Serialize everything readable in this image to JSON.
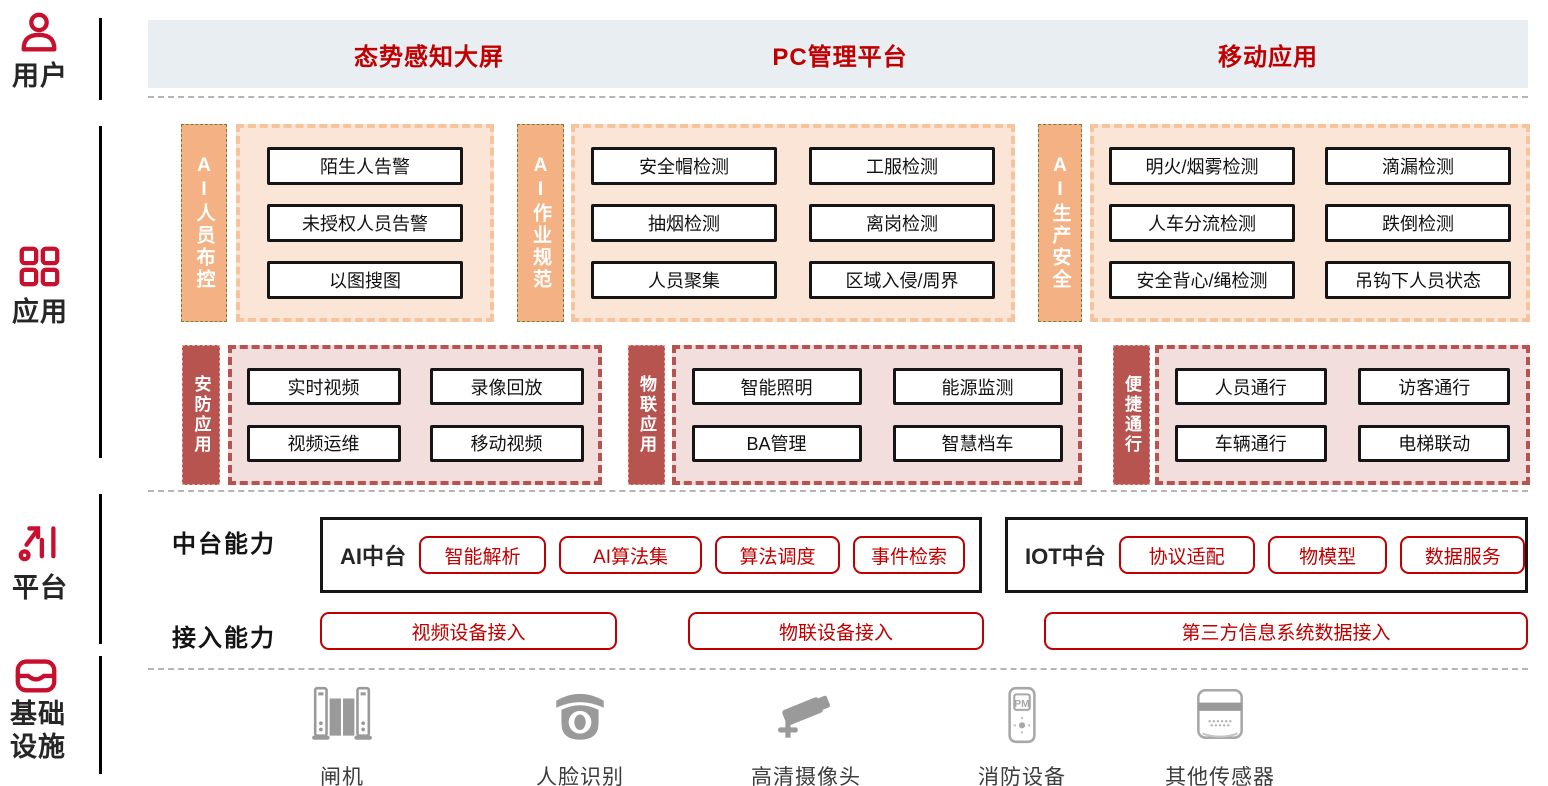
{
  "colors": {
    "brand_red": "#c00000",
    "icon_red": "#c8102e",
    "banner_bg": "#e9eef3",
    "orange_strip": "#f4b183",
    "orange_fill": "#fbe5d6",
    "maroon_strip": "#b85450",
    "pink_fill": "#f2dedd",
    "device_gray": "#9a9a9a"
  },
  "sidebar": {
    "sections": [
      {
        "label": "用户"
      },
      {
        "label": "应用"
      },
      {
        "label": "平台"
      },
      {
        "label": "基础设施"
      }
    ]
  },
  "banner": {
    "items": [
      "态势感知大屏",
      "PC管理平台",
      "移动应用"
    ]
  },
  "app_layer": {
    "ai_groups": [
      {
        "strip": "AI人员布控",
        "items": [
          "陌生人告警",
          "未授权人员告警",
          "以图搜图"
        ]
      },
      {
        "strip": "AI作业规范",
        "items": [
          "安全帽检测",
          "工服检测",
          "抽烟检测",
          "离岗检测",
          "人员聚集",
          "区域入侵/周界"
        ]
      },
      {
        "strip": "AI生产安全",
        "items": [
          "明火/烟雾检测",
          "滴漏检测",
          "人车分流检测",
          "跌倒检测",
          "安全背心/绳检测",
          "吊钩下人员状态"
        ]
      }
    ],
    "app_groups": [
      {
        "strip": "安防应用",
        "items": [
          "实时视频",
          "录像回放",
          "视频运维",
          "移动视频"
        ]
      },
      {
        "strip": "物联应用",
        "items": [
          "智能照明",
          "能源监测",
          "BA管理",
          "智慧档车"
        ]
      },
      {
        "strip": "便捷通行",
        "items": [
          "人员通行",
          "访客通行",
          "车辆通行",
          "电梯联动"
        ]
      }
    ]
  },
  "platform_layer": {
    "middle_label": "中台能力",
    "access_label": "接入能力",
    "ai_middle": {
      "label": "AI中台",
      "pills": [
        "智能解析",
        "AI算法集",
        "算法调度",
        "事件检索"
      ]
    },
    "iot_middle": {
      "label": "IOT中台",
      "pills": [
        "协议适配",
        "物模型",
        "数据服务"
      ]
    },
    "access_pills": [
      "视频设备接入",
      "物联设备接入",
      "第三方信息系统数据接入"
    ]
  },
  "infrastructure_layer": {
    "devices": [
      {
        "label": "闸机"
      },
      {
        "label": "人脸识别"
      },
      {
        "label": "高清摄像头"
      },
      {
        "label": "消防设备"
      },
      {
        "label": "其他传感器"
      }
    ]
  }
}
